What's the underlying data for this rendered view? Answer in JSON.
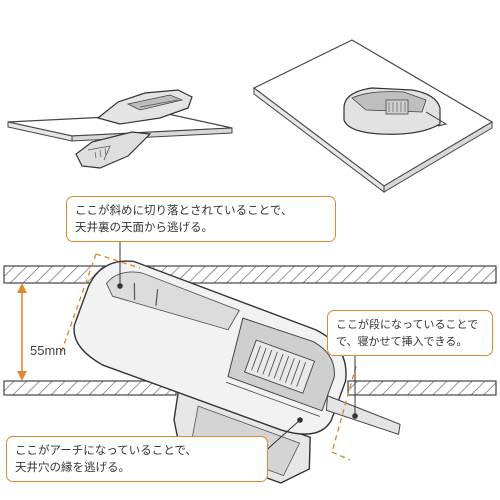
{
  "annotations": {
    "top": {
      "line1": "ここが斜めに切り落とされていることで、",
      "line2": "天井裏の天面から逃げる。"
    },
    "right": {
      "line1": "ここが段になっていることで",
      "line2": "で、寝かせて挿入できる。"
    },
    "bottom": {
      "line1": "ここがアーチになっていることで、",
      "line2": "天井穴の縁を逃げる。"
    }
  },
  "dimension": {
    "label": "55mm"
  },
  "colors": {
    "accent": "#e08a2e",
    "line": "#555555",
    "device_fill": "#f2f2f2"
  }
}
